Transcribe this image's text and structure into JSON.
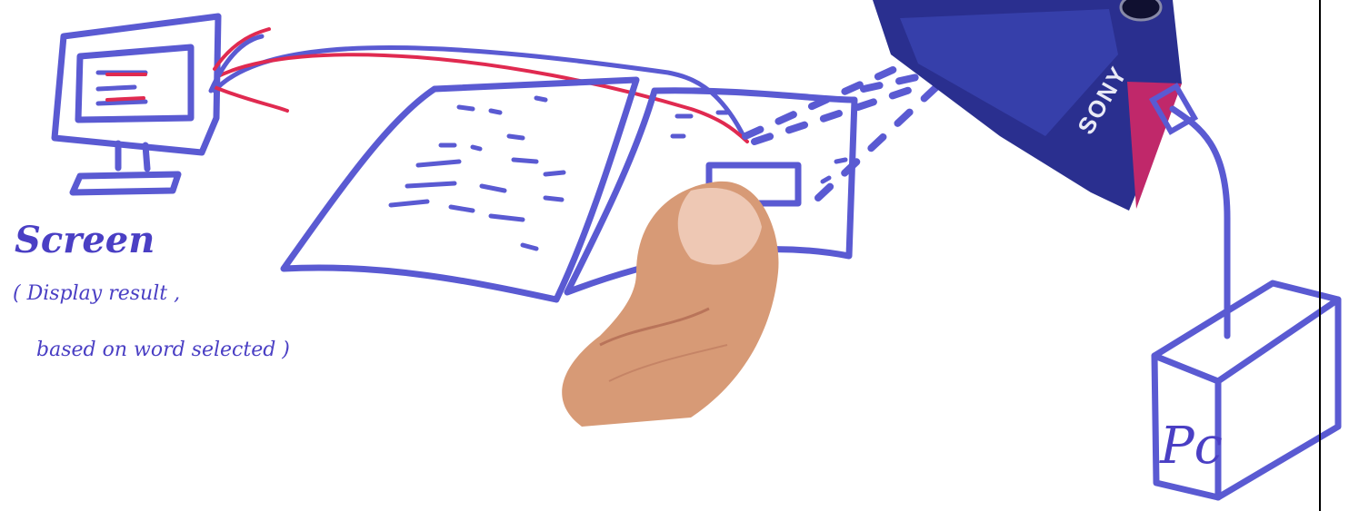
{
  "labels": {
    "screen": "Screen",
    "screen_note_line1": "( Display result ,",
    "screen_note_line2": "based on word selected )",
    "pc": "Pc",
    "camera_brand": "SONY"
  },
  "colors": {
    "ink": "#5a5ad2",
    "wire_red": "#e02a50",
    "camera_body": "#2a2f8f",
    "camera_accent": "#c0286a",
    "skin": "#d79a76"
  }
}
